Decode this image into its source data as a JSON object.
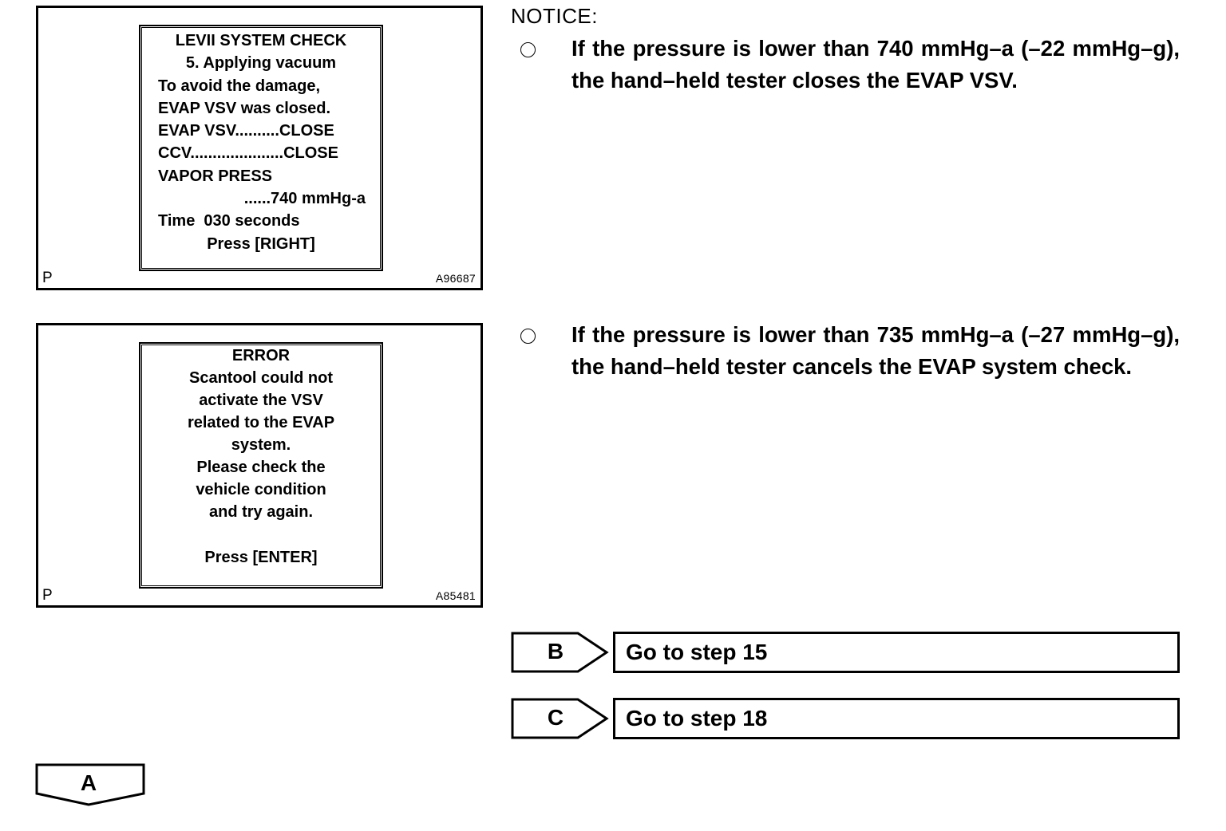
{
  "figure1": {
    "screen_lines": [
      "LEVII SYSTEM CHECK",
      "5. Applying vacuum",
      "To avoid the damage,",
      "EVAP VSV was closed.",
      "EVAP VSV..........CLOSE",
      "CCV.....................CLOSE",
      "VAPOR PRESS",
      "......740 mmHg-a",
      "Time  030 seconds",
      "Press [RIGHT]"
    ],
    "corner_left": "P",
    "corner_right": "A96687"
  },
  "figure2": {
    "screen_lines": [
      "ERROR",
      "Scantool could not",
      "activate the VSV",
      "related to the EVAP",
      "system.",
      "Please check the",
      "vehicle condition",
      "and try again.",
      "Press [ENTER]"
    ],
    "corner_left": "P",
    "corner_right": "A85481"
  },
  "notice": {
    "title": "NOTICE:",
    "items": [
      "If the pressure is lower than 740 mmHg–a (–22 mmHg–g), the hand–held tester closes the EVAP VSV.",
      "If the pressure is lower than 735 mmHg–a (–27 mmHg–g), the hand–held tester cancels the EVAP system check."
    ]
  },
  "results": [
    {
      "letter": "B",
      "action": "Go to step 15"
    },
    {
      "letter": "C",
      "action": "Go to step 18"
    }
  ],
  "continue_marker": {
    "letter": "A"
  }
}
